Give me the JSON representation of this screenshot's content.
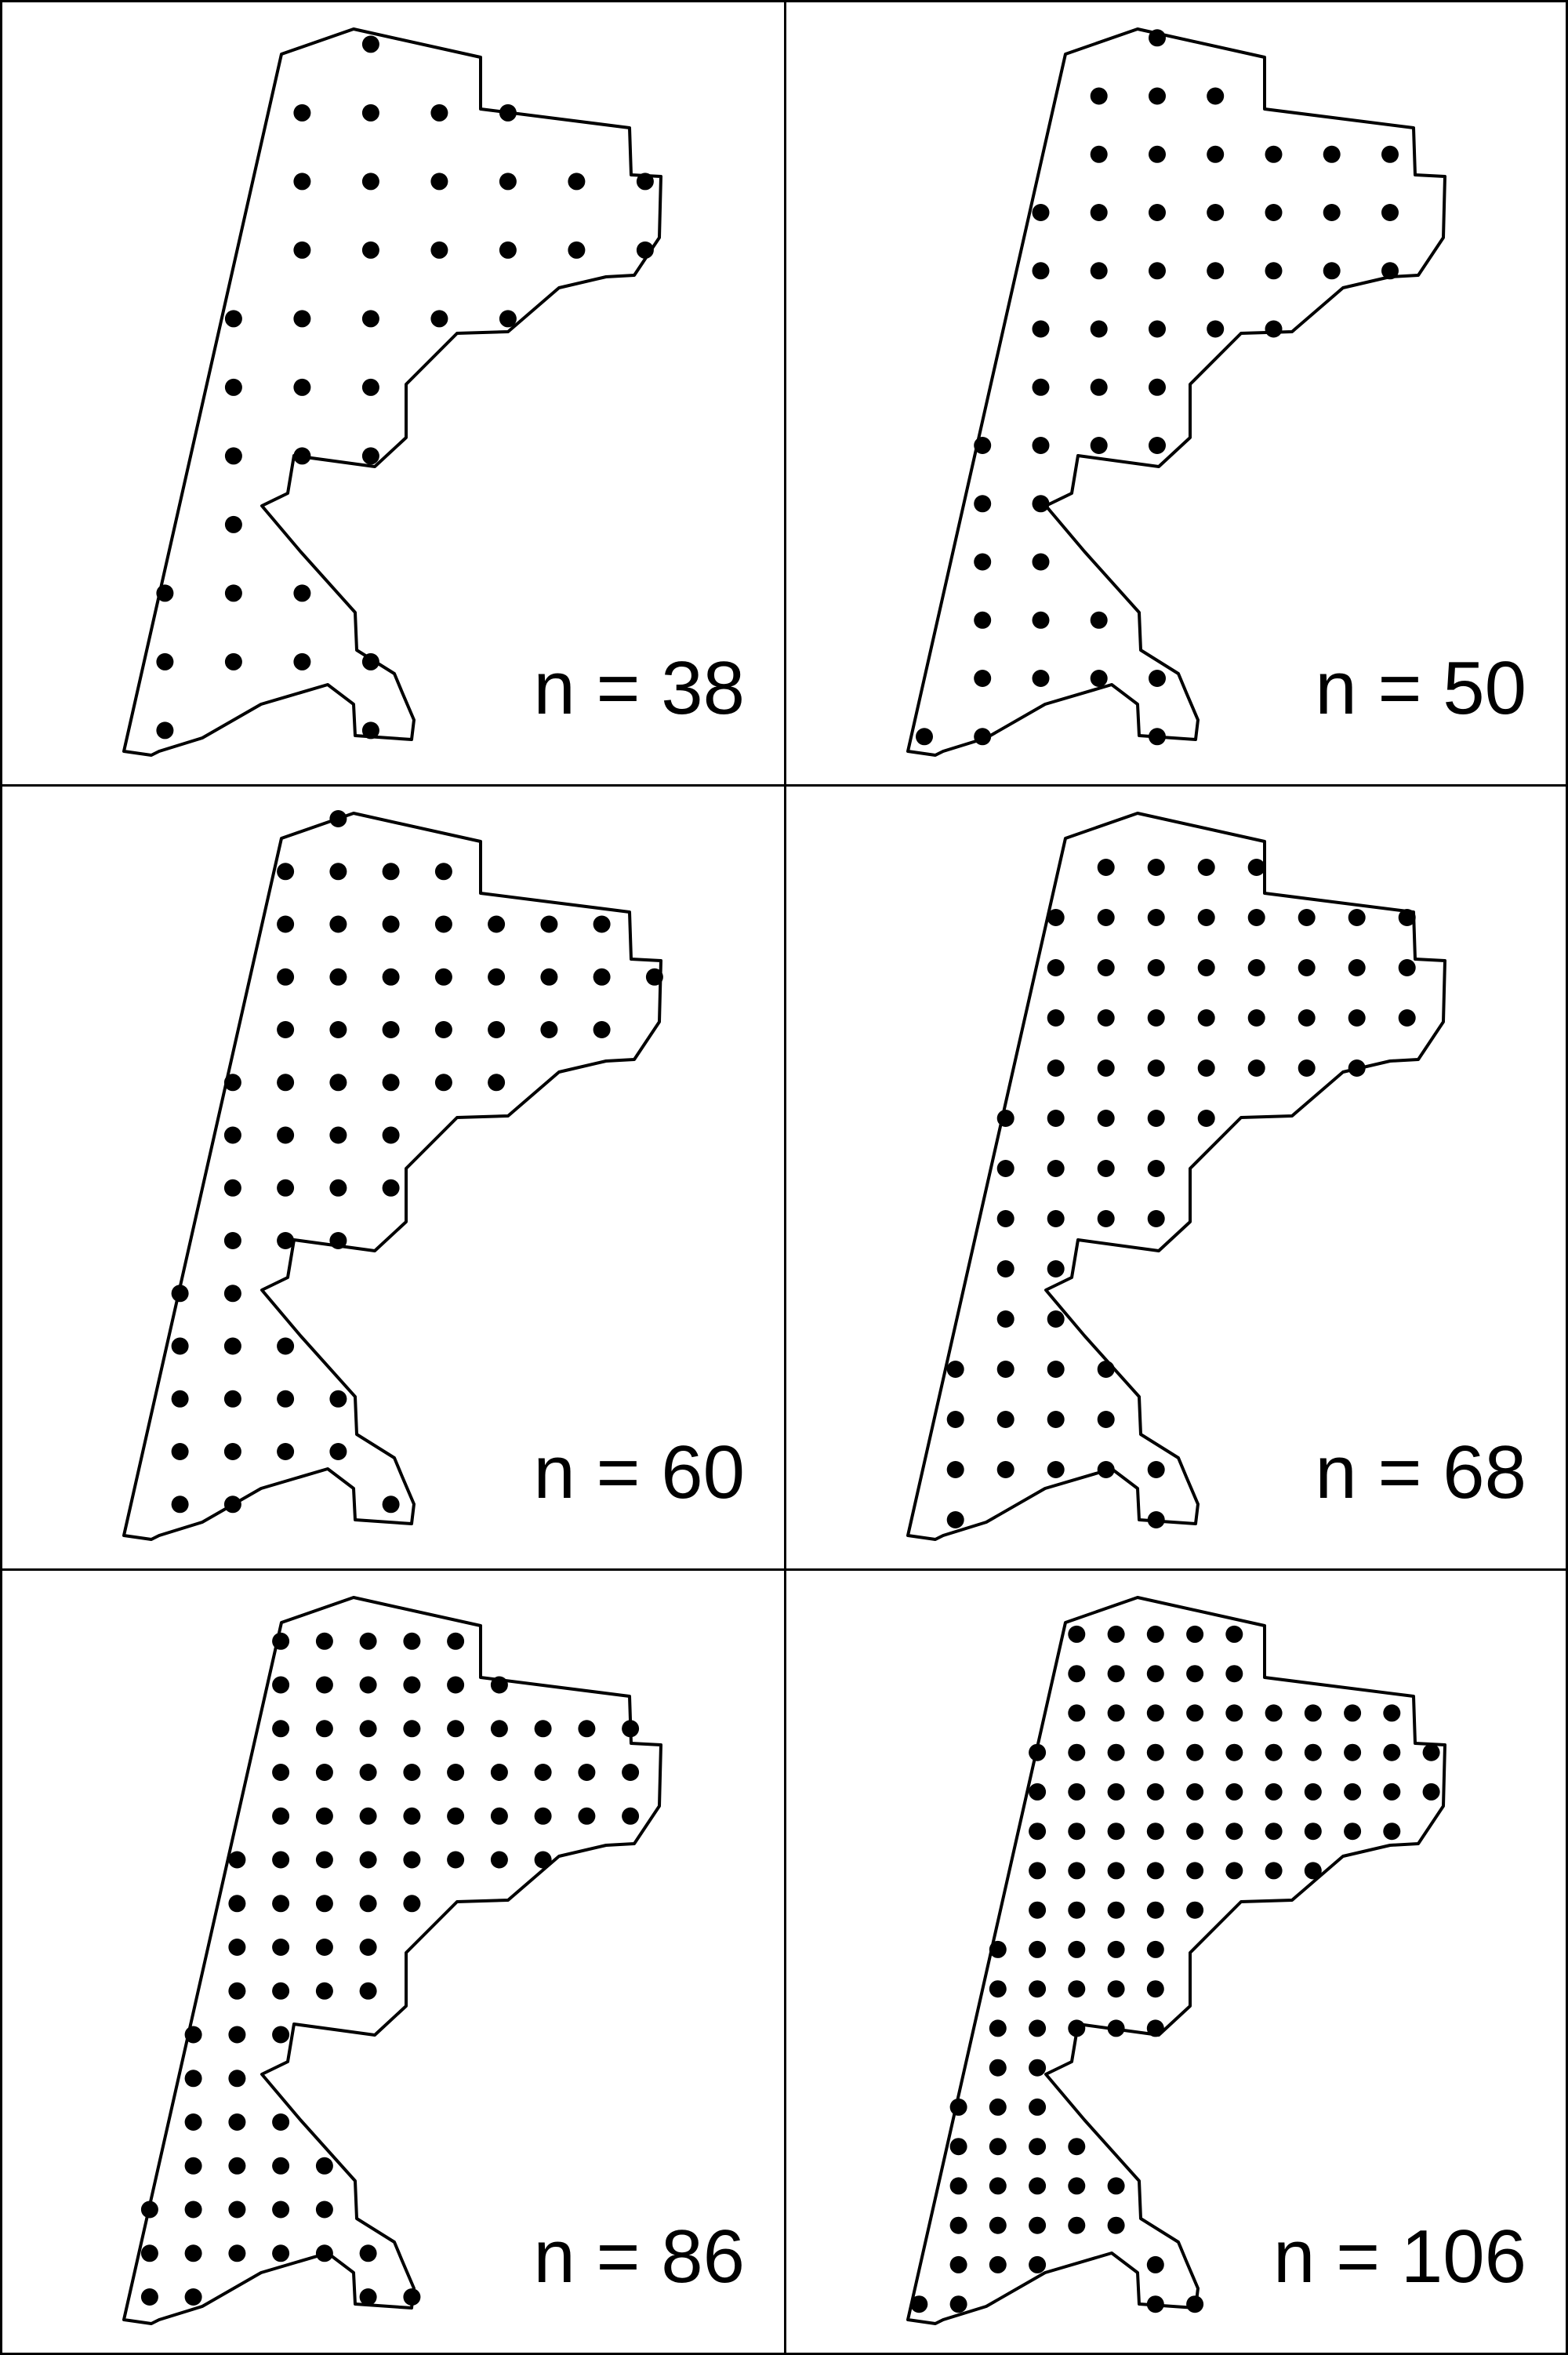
{
  "panels": [
    {
      "label": "n = 38",
      "n": 38
    },
    {
      "label": "n = 50",
      "n": 50
    },
    {
      "label": "n = 60",
      "n": 60
    },
    {
      "label": "n = 68",
      "n": 68
    },
    {
      "label": "n = 86",
      "n": 86
    },
    {
      "label": "n = 106",
      "n": 106
    }
  ],
  "colors": {
    "outline": "#000000",
    "points": "#000000",
    "background": "#ffffff"
  }
}
